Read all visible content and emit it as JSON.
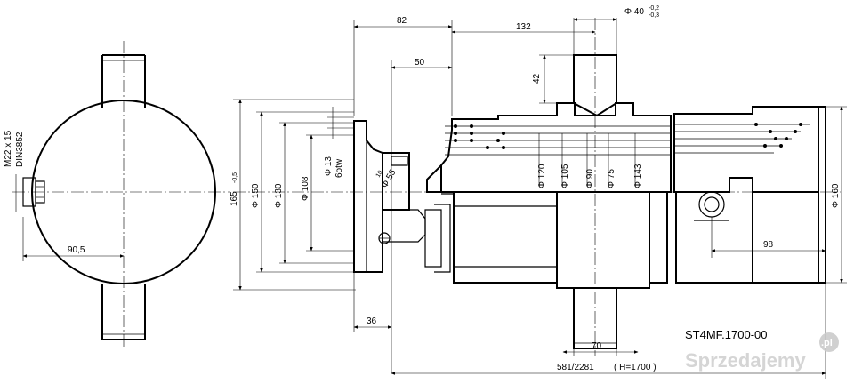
{
  "drawing": {
    "model": "ST4MF.1700-00",
    "watermark": "Sprzedajemy",
    "watermark_tld": ".pl",
    "dimensions": {
      "d82": "82",
      "d132": "132",
      "d50": "50",
      "d42": "42",
      "d40": "Φ 40",
      "d40_tol_upper": "-0,2",
      "d40_tol_lower": "-0,3",
      "d36": "36",
      "d70": "70",
      "d98": "98",
      "d90_5": "90,5",
      "total": "581/2281",
      "stroke": "( H=1700 )",
      "d165": "165",
      "d165_tol": "-0,5",
      "d150": "Φ 150",
      "d130": "Φ 130",
      "d108": "Φ 108",
      "d13": "Φ 13",
      "d13_note": "6otw",
      "d120": "Φ 120",
      "d105": "Φ 105",
      "d90": "Φ 90",
      "d75": "Φ 75",
      "d143": "Φ 143",
      "d160": "Φ 160",
      "d55": "Φ 55",
      "d10": "10"
    },
    "port": {
      "thread": "M22 x 15",
      "standard": "DIN3852"
    }
  }
}
